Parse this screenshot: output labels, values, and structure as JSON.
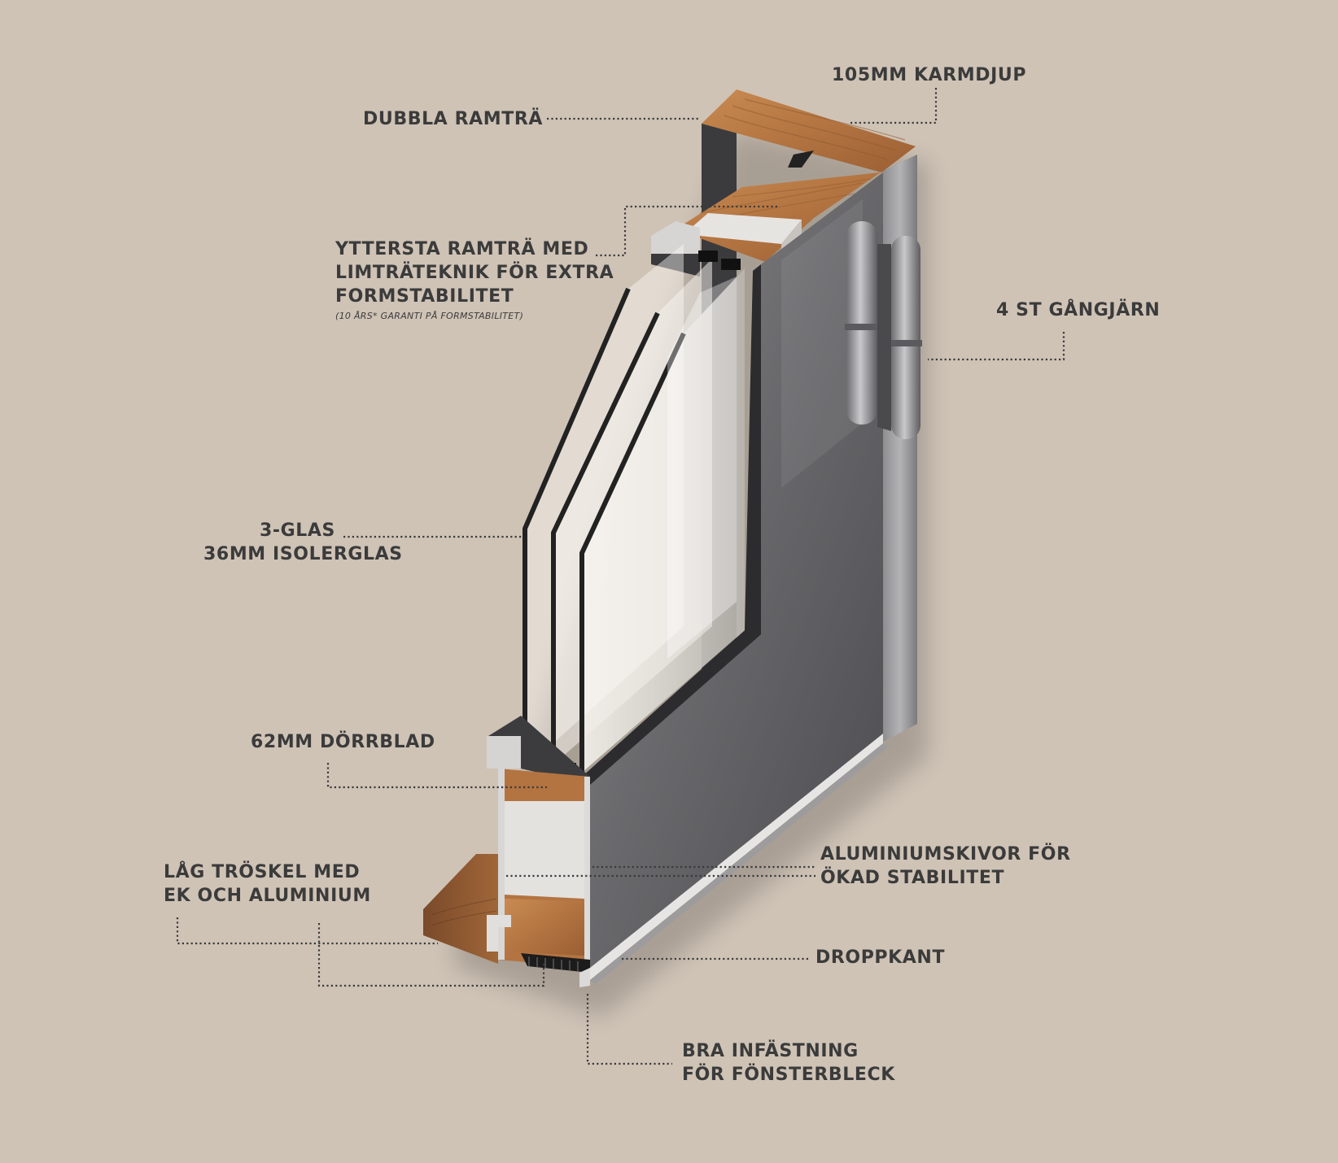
{
  "labels": {
    "karmdjup": "105MM KARMDJUP",
    "dubbla_ramtra": "DUBBLA RAMTRÄ",
    "yttersta": [
      "YTTERSTA RAMTRÄ MED",
      "LIMTRÄTEKNIK FÖR EXTRA",
      "FORMSTABILITET"
    ],
    "yttersta_note": "(10 ÅRS* GARANTI PÅ FORMSTABILITET)",
    "gangjarn": "4 ST GÅNGJÄRN",
    "glas": [
      "3-GLAS",
      "36MM ISOLERGLAS"
    ],
    "dorrblad": "62MM DÖRRBLAD",
    "troskel": [
      "LÅG TRÖSKEL MED",
      "EK OCH ALUMINIUM"
    ],
    "aluminiumskivor": [
      "ALUMINIUMSKIVOR FÖR",
      "ÖKAD STABILITET"
    ],
    "droppkant": "DROPPKANT",
    "infastning": [
      "BRA INFÄSTNING",
      "FÖR FÖNSTERBLECK"
    ]
  },
  "colors": {
    "background": "#cfc3b6",
    "text": "#3b3b3b",
    "wood": "#b57a45",
    "wood_dark": "#8a5630",
    "door_face": "#5f5f63",
    "frame_dark": "#3c3c3f",
    "insulation": "#e4e2e0",
    "glass": "#e9e6e1"
  }
}
